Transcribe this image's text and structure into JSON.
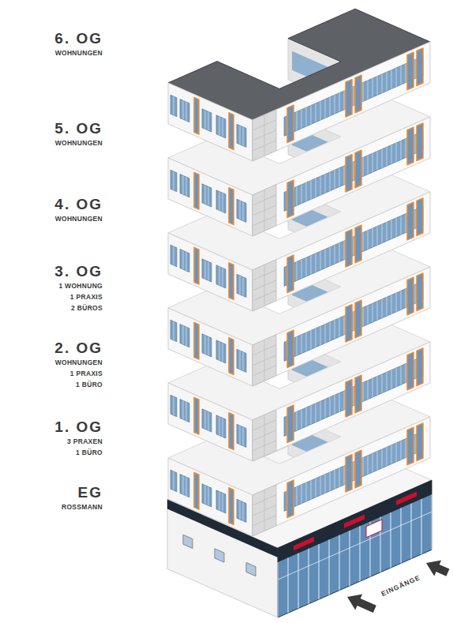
{
  "diagram": {
    "labels": [
      "6. OG",
      "WOHNUNGEN",
      "5. OG",
      "WOHNUNGEN",
      "4. OG",
      "WOHNUNGEN",
      "3. OG",
      "1 WOHNUNG",
      "1 PRAXIS",
      "2 BÜROS",
      "2. OG",
      "WOHNUNGEN",
      "1 PRAXIS",
      "1 BÜRO",
      "1. OG",
      "3 PRAXEN",
      "1 BÜRO",
      "EG",
      "ROSSMANN",
      "EINGÄNGE"
    ]
  }
}
